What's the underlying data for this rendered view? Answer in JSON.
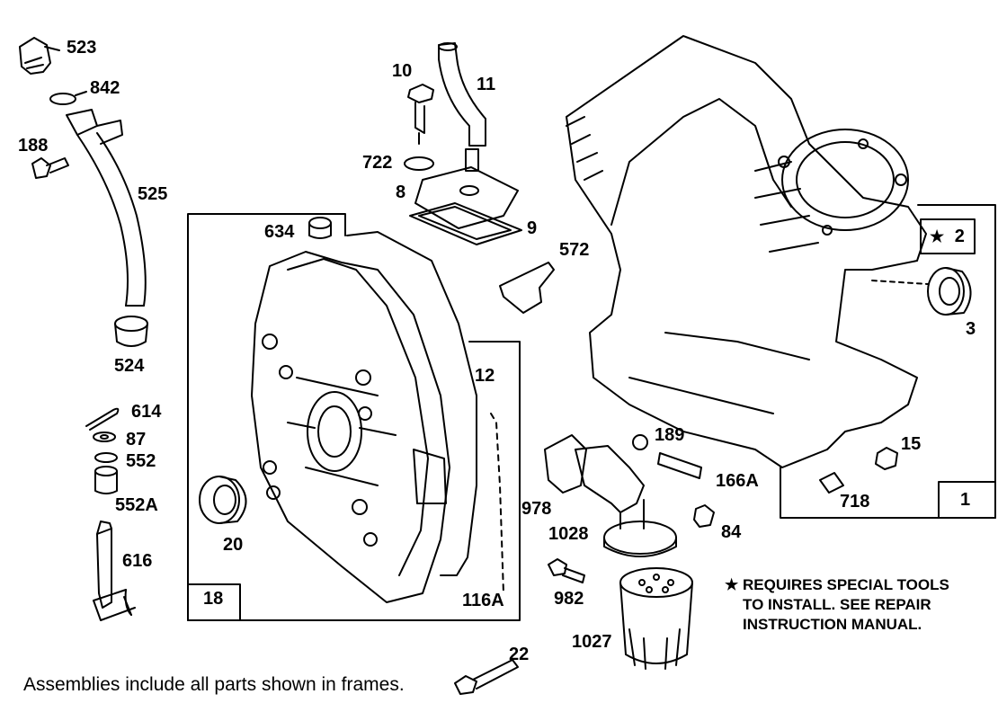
{
  "labels": {
    "p523": "523",
    "p842": "842",
    "p188": "188",
    "p525": "525",
    "p524": "524",
    "p614": "614",
    "p87": "87",
    "p552": "552",
    "p552a": "552A",
    "p616": "616",
    "p10": "10",
    "p11": "11",
    "p722": "722",
    "p8": "8",
    "p9": "9",
    "p634": "634",
    "p572": "572",
    "p12": "12",
    "p20": "20",
    "p18": "18",
    "p116a": "116A",
    "p22": "22",
    "p189": "189",
    "p166a": "166A",
    "p978": "978",
    "p1028": "1028",
    "p84": "84",
    "p982": "982",
    "p1027": "1027",
    "p15": "15",
    "p718": "718",
    "p1": "1",
    "p2": "2",
    "p3": "3"
  },
  "note": {
    "star": "★",
    "line1": "REQUIRES SPECIAL TOOLS",
    "line2": "TO INSTALL.  SEE REPAIR",
    "line3": "INSTRUCTION MANUAL."
  },
  "caption": "Assemblies include all parts shown in frames."
}
